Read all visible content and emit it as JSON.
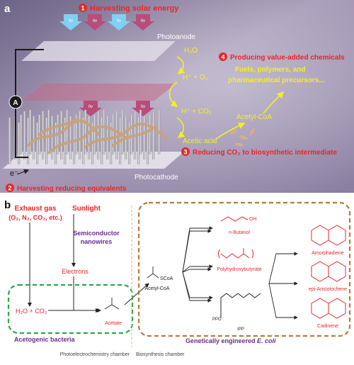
{
  "panel_a": {
    "label": "a",
    "step1": {
      "num": "1",
      "text": "Harvesting solar energy"
    },
    "step2": {
      "num": "2",
      "text": "Harvesting reducing equivalents"
    },
    "step3": {
      "num": "3",
      "text": "Reducing CO₂ to biosynthetic intermediate"
    },
    "step4": {
      "num": "4",
      "text": "Producing value-added chemicals"
    },
    "photon_label": "hν",
    "photoanode": "Photoanode",
    "photocathode": "Photocathode",
    "ammeter": "A",
    "electron": "e⁻",
    "h2o": "H₂O",
    "h_o2": "H⁺ + O₂",
    "h_co2": "H⁺ + CO₂",
    "acetic_acid": "Acetic acid",
    "acetyl_coa": "Acetyl-CoA",
    "products_line1": "Fuels, polymers, and",
    "products_line2": "pharmaceutical precursors..."
  },
  "panel_b": {
    "label": "b",
    "exhaust_line1": "Exhaust gas",
    "exhaust_line2": "(O₂, N₂, CO₂, etc.)",
    "sunlight": "Sunlight",
    "semiconductor_line1": "Semiconductor",
    "semiconductor_line2": "nanowires",
    "electrons": "Electrons",
    "h2o_co2": "H₂O + CO₂",
    "acetate": "Acetate",
    "acetogenic": "Acetogenic bacteria",
    "ecoli_prefix": "Genetically engineered ",
    "ecoli_name": "E. coli",
    "scoa": "SCoA",
    "acetyl_coa": "Acetyl-CoA",
    "n_butanol": "n-Butanol",
    "phb": "Polyhydroxybutyrate",
    "ipp": "IPP",
    "ppo": "PPO",
    "oh": "OH",
    "amorphadiene": "Amorphadiene",
    "aristolochene": "epi-Aristolochene",
    "cadinene": "Cadinene",
    "chamber_left": "Photoelectrochemistry chamber",
    "chamber_right": "Biosynthesis chamber"
  },
  "colors": {
    "red": "#e8262b",
    "purple": "#6a2c8f",
    "green_box": "#2aa84a",
    "brown_box": "#b87a3a",
    "yellow": "#f4ee2a"
  }
}
